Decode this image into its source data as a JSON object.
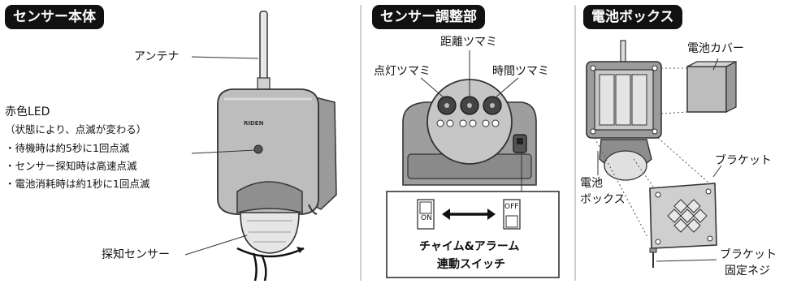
{
  "sensor_body": {
    "heading": "センサー本体",
    "antenna_label": "アンテナ",
    "led_title": "赤色LED",
    "led_note": "（状態により、点滅が変わる）",
    "led_states": [
      "・待機時は約5秒に1回点滅",
      "・センサー探知時は高速点滅",
      "・電池消耗時は約1秒に1回点滅"
    ],
    "detect_sensor_label": "探知センサー",
    "brand_mark": "RIDEN"
  },
  "adjust_section": {
    "heading": "センサー調整部",
    "distance_knob": "距離ツマミ",
    "light_knob": "点灯ツマミ",
    "time_knob": "時間ツマミ",
    "switch_on": "ON",
    "switch_off": "OFF",
    "switch_caption_line1": "チャイム&アラーム",
    "switch_caption_line2": "連動スイッチ"
  },
  "battery_section": {
    "heading": "電池ボックス",
    "battery_cover": "電池カバー",
    "bracket": "ブラケット",
    "battery_box_line1": "電池",
    "battery_box_line2": "ボックス",
    "bracket_screw_line1": "ブラケット",
    "bracket_screw_line2": "固定ネジ"
  }
}
